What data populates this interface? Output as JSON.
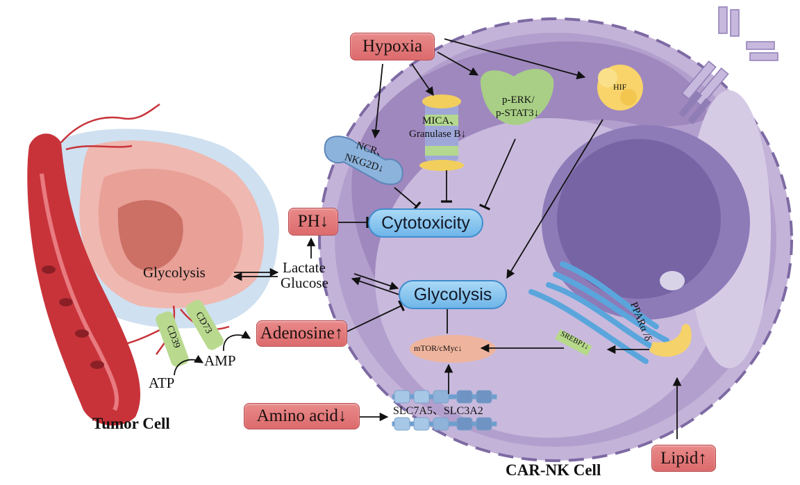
{
  "titles": {
    "tumor_cell": "Tumor Cell",
    "nk_cell": "CAR-NK Cell"
  },
  "stimuli": {
    "hypoxia": "Hypoxia",
    "ph": "PH↓",
    "adenosine": "Adenosine↑",
    "amino_acid": "Amino acid↓",
    "lipid": "Lipid↑"
  },
  "outcomes": {
    "cytotoxicity": "Cytotoxicity",
    "glycolysis_nk": "Glycolysis"
  },
  "molecules": {
    "ncr_line1": "NCR、",
    "ncr_line2": "NKG2D↓",
    "mica_line1": "MICA、",
    "mica_line2": "Granulase B↓",
    "erk_line1": "p-ERK/",
    "erk_line2": "p-STAT3↓",
    "hif": "HIF",
    "mtor": "mTOR/cMyc↓",
    "srebp": "SREBP1↓",
    "ppar": "PPARα /δ",
    "slc": "SLC7A5、SLC3A2",
    "cd39": "CD39",
    "cd73": "CD73"
  },
  "tumor_labels": {
    "glycolysis": "Glycolysis",
    "lactate": "Lactate",
    "glucose": "Glucose",
    "atp": "ATP",
    "amp": "AMP"
  },
  "colors": {
    "stimulus_box": "#e07b7d",
    "outcome_pill": "#8cc8f0",
    "nk_membrane": "#b7a3cc",
    "nk_cytoplasm": "#a48cc0",
    "nucleus": "#7a67a8",
    "tumor_cell": "#efb0a8",
    "blood_vessel": "#c8333a"
  }
}
